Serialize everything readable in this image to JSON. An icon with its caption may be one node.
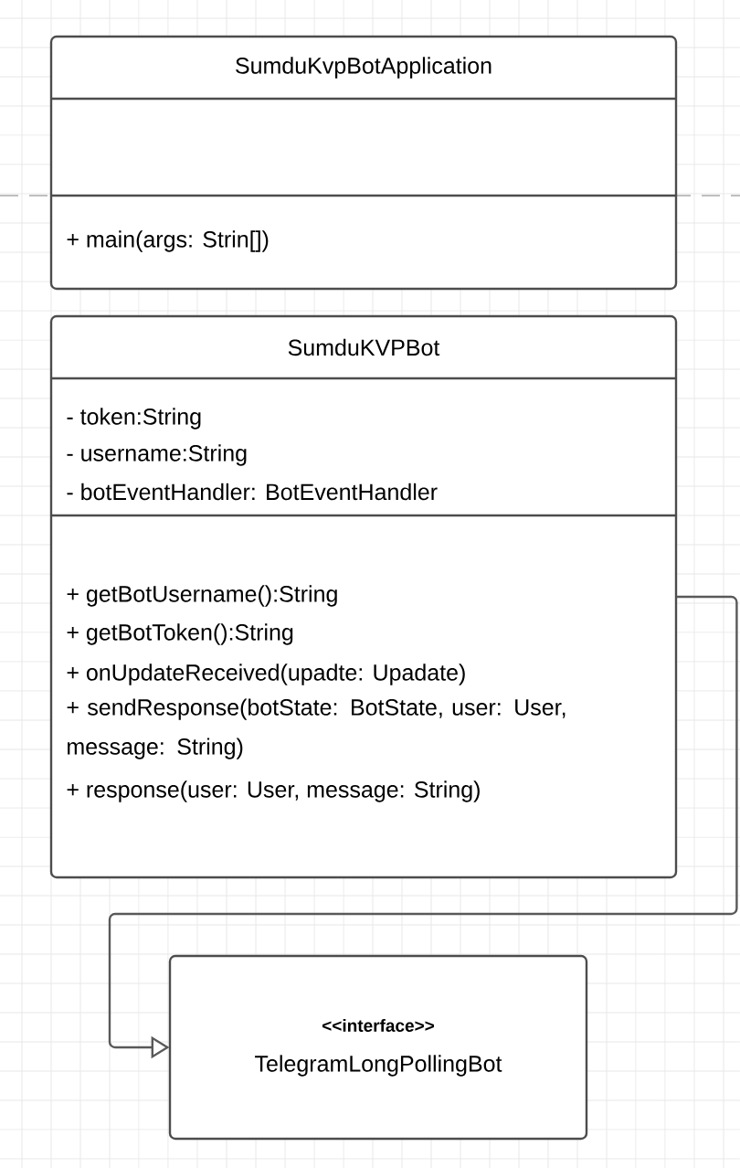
{
  "diagram": {
    "nodes": [
      {
        "text": [
          "SumduKvpBotApplication",
          "+ main(args: Strin[])"
        ]
      },
      {
        "text": [
          "SumduKVPBot",
          "- token:String",
          "- username:String",
          "- botEventHandler: BotEventHandler",
          "+ getBotUsername():String",
          "+ getBotToken():String",
          "+ onUpdateReceived(upadte: Upadate)",
          "+ sendResponse(botState: BotState, user: User, message: String)",
          "+ response(user: User, message: String)"
        ]
      },
      {
        "text": [
          "<<interface>>",
          "TelegramLongPollingBot"
        ]
      }
    ],
    "edges": [
      {
        "from": 1,
        "to": 2,
        "arrow": "to"
      }
    ]
  }
}
